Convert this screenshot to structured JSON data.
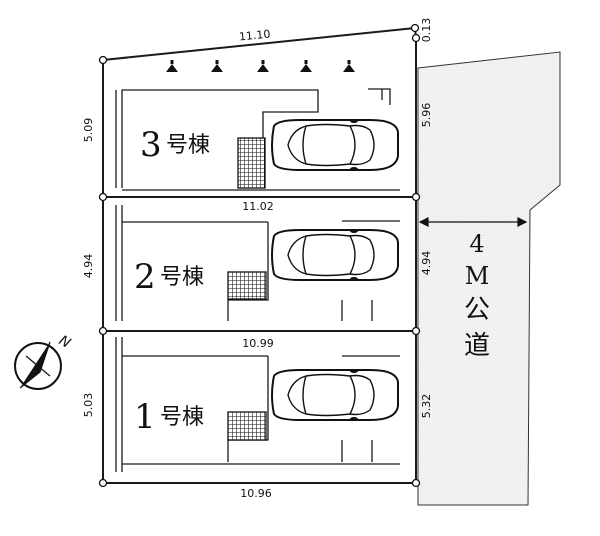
{
  "lot_boundaries": {
    "top": "11.10",
    "top_right": "0.13",
    "div_3_2": "11.02",
    "div_2_1": "10.99",
    "bottom": "10.96",
    "left_3": "5.09",
    "left_2": "4.94",
    "left_1": "5.03",
    "right_3": "5.96",
    "right_2": "4.94",
    "right_1": "5.32"
  },
  "lots": [
    {
      "num": "3",
      "suffix": "号棟"
    },
    {
      "num": "2",
      "suffix": "号棟"
    },
    {
      "num": "1",
      "suffix": "号棟"
    }
  ],
  "road": {
    "width": "4",
    "unit": "M",
    "label_1": "公",
    "label_2": "道"
  },
  "compass": {
    "label": "N"
  },
  "colors": {
    "road_fill": "#f1f1f1",
    "line": "#1a1a1a"
  }
}
